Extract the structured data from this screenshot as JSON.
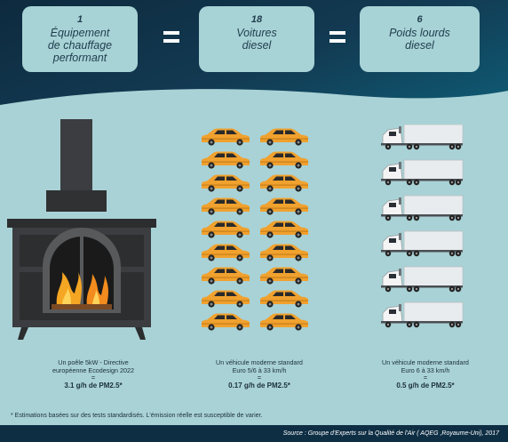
{
  "header": {
    "boxes": [
      {
        "number": "1",
        "label_line1": "Équipement",
        "label_line2": "de chauffage",
        "label_line3": "performant"
      },
      {
        "number": "18",
        "label_line1": "Voitures",
        "label_line2": "diesel",
        "label_line3": ""
      },
      {
        "number": "6",
        "label_line1": "Poids lourds",
        "label_line2": "diesel",
        "label_line3": ""
      }
    ]
  },
  "columns": [
    {
      "line1": "Un poêle 5kW - Directive",
      "line2": "européenne Ecodesign 2022",
      "equals": "=",
      "value": "3.1 g/h de PM2.5*"
    },
    {
      "line1": "Un véhicule moderne standard",
      "line2": "Euro 5/6 à 33 km/h",
      "equals": "=",
      "value": "0.17 g/h de PM2.5*"
    },
    {
      "line1": "Un véhicule moderne standard",
      "line2": "Euro 6 à 33 km/h",
      "equals": "=",
      "value": "0.5 g/h de PM2.5*"
    }
  ],
  "footnote": "* Estimations basées sur des tests standardisés. L'émission réelle est susceptible de varier.",
  "source": "Source : Groupe d'Experts sur la Qualité de l'Air ( AQEG ,Royaume-Uni), 2017",
  "counts": {
    "cars": 18,
    "trucks": 6
  },
  "colors": {
    "header_dark": "#0e2a3e",
    "panel": "#a9d2d6",
    "car": "#f0a12e",
    "stove": "#3b3d40",
    "fire": "#f5a623"
  }
}
